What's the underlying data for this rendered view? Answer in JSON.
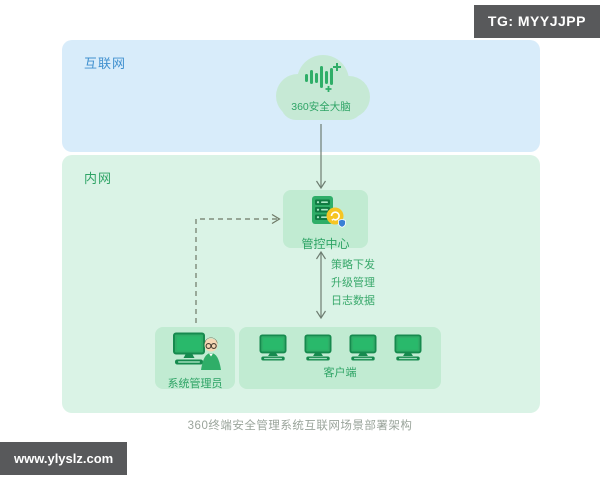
{
  "watermark_top": {
    "text": "TG: MYYJJPP"
  },
  "watermark_bottom": {
    "text": "www.ylyslz.com"
  },
  "diagram": {
    "caption": "360终端安全管理系统互联网场景部署架构",
    "zones": {
      "internet": {
        "label": "互联网"
      },
      "intranet": {
        "label": "内网"
      }
    },
    "nodes": {
      "cloud": {
        "label": "360安全大脑"
      },
      "control_center": {
        "label": "管控中心"
      },
      "admin": {
        "label": "系统管理员"
      },
      "clients": {
        "label": "客户端",
        "count": 4
      }
    },
    "edges": {
      "center_to_clients_labels": [
        "策略下发",
        "升级管理",
        "日志数据"
      ]
    }
  },
  "colors": {
    "internet_zone_bg": "#d8ecfa",
    "intranet_zone_bg": "#daf3e6",
    "node_bg": "#c1ebd2",
    "cloud_bg": "#c6e9d5",
    "green_primary": "#2fae68",
    "green_dark": "#168a4e",
    "internet_label": "#4090cf",
    "intranet_label": "#2fa466",
    "arrow": "#6f7d72",
    "badge_yellow": "#f6c523",
    "shield_blue": "#3a7fd5",
    "caption_text": "#9aa49b",
    "watermark_bg": "#58595b"
  }
}
